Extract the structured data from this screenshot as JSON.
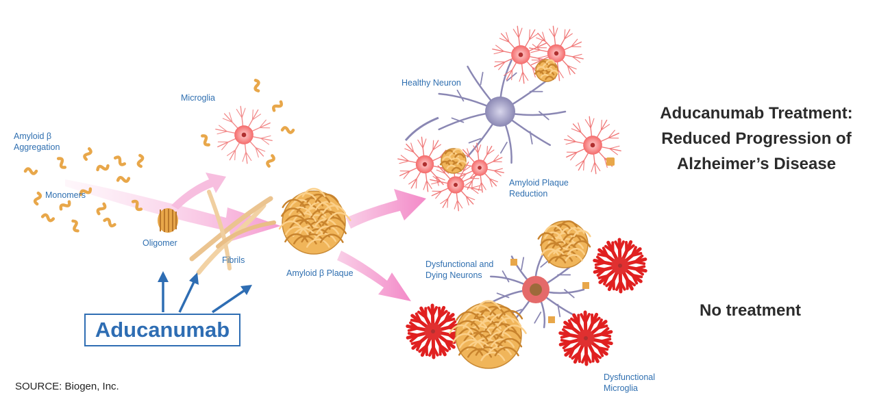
{
  "title": "Aducanumab Treatment:\nReduced Progression of\nAlzheimer’s Disease",
  "no_treatment": "No treatment",
  "drug": "Aducanumab",
  "source": "SOURCE: Biogen, Inc.",
  "labels": {
    "aggregation": "Amyloid β\nAggregation",
    "monomers": "Monomers",
    "microglia": "Microglia",
    "oligomer": "Oligomer",
    "fibrils": "Fibrils",
    "plaque": "Amyloid β Plaque",
    "healthy_neuron": "Healthy Neuron",
    "plaque_reduction": "Amyloid Plaque\nReduction",
    "dying_neurons": "Dysfunctional and\nDying Neurons",
    "dys_microglia": "Dysfunctional\nMicroglia"
  },
  "colors": {
    "label_blue": "#2f6fb0",
    "box_blue": "#2e6db3",
    "amyloid": "#e8a74a",
    "microglia_healthy": "#f26a6a",
    "microglia_dysfunctional": "#e02020",
    "neuron": "#8a87b3",
    "arrow_pink": "#f6a8d4"
  }
}
